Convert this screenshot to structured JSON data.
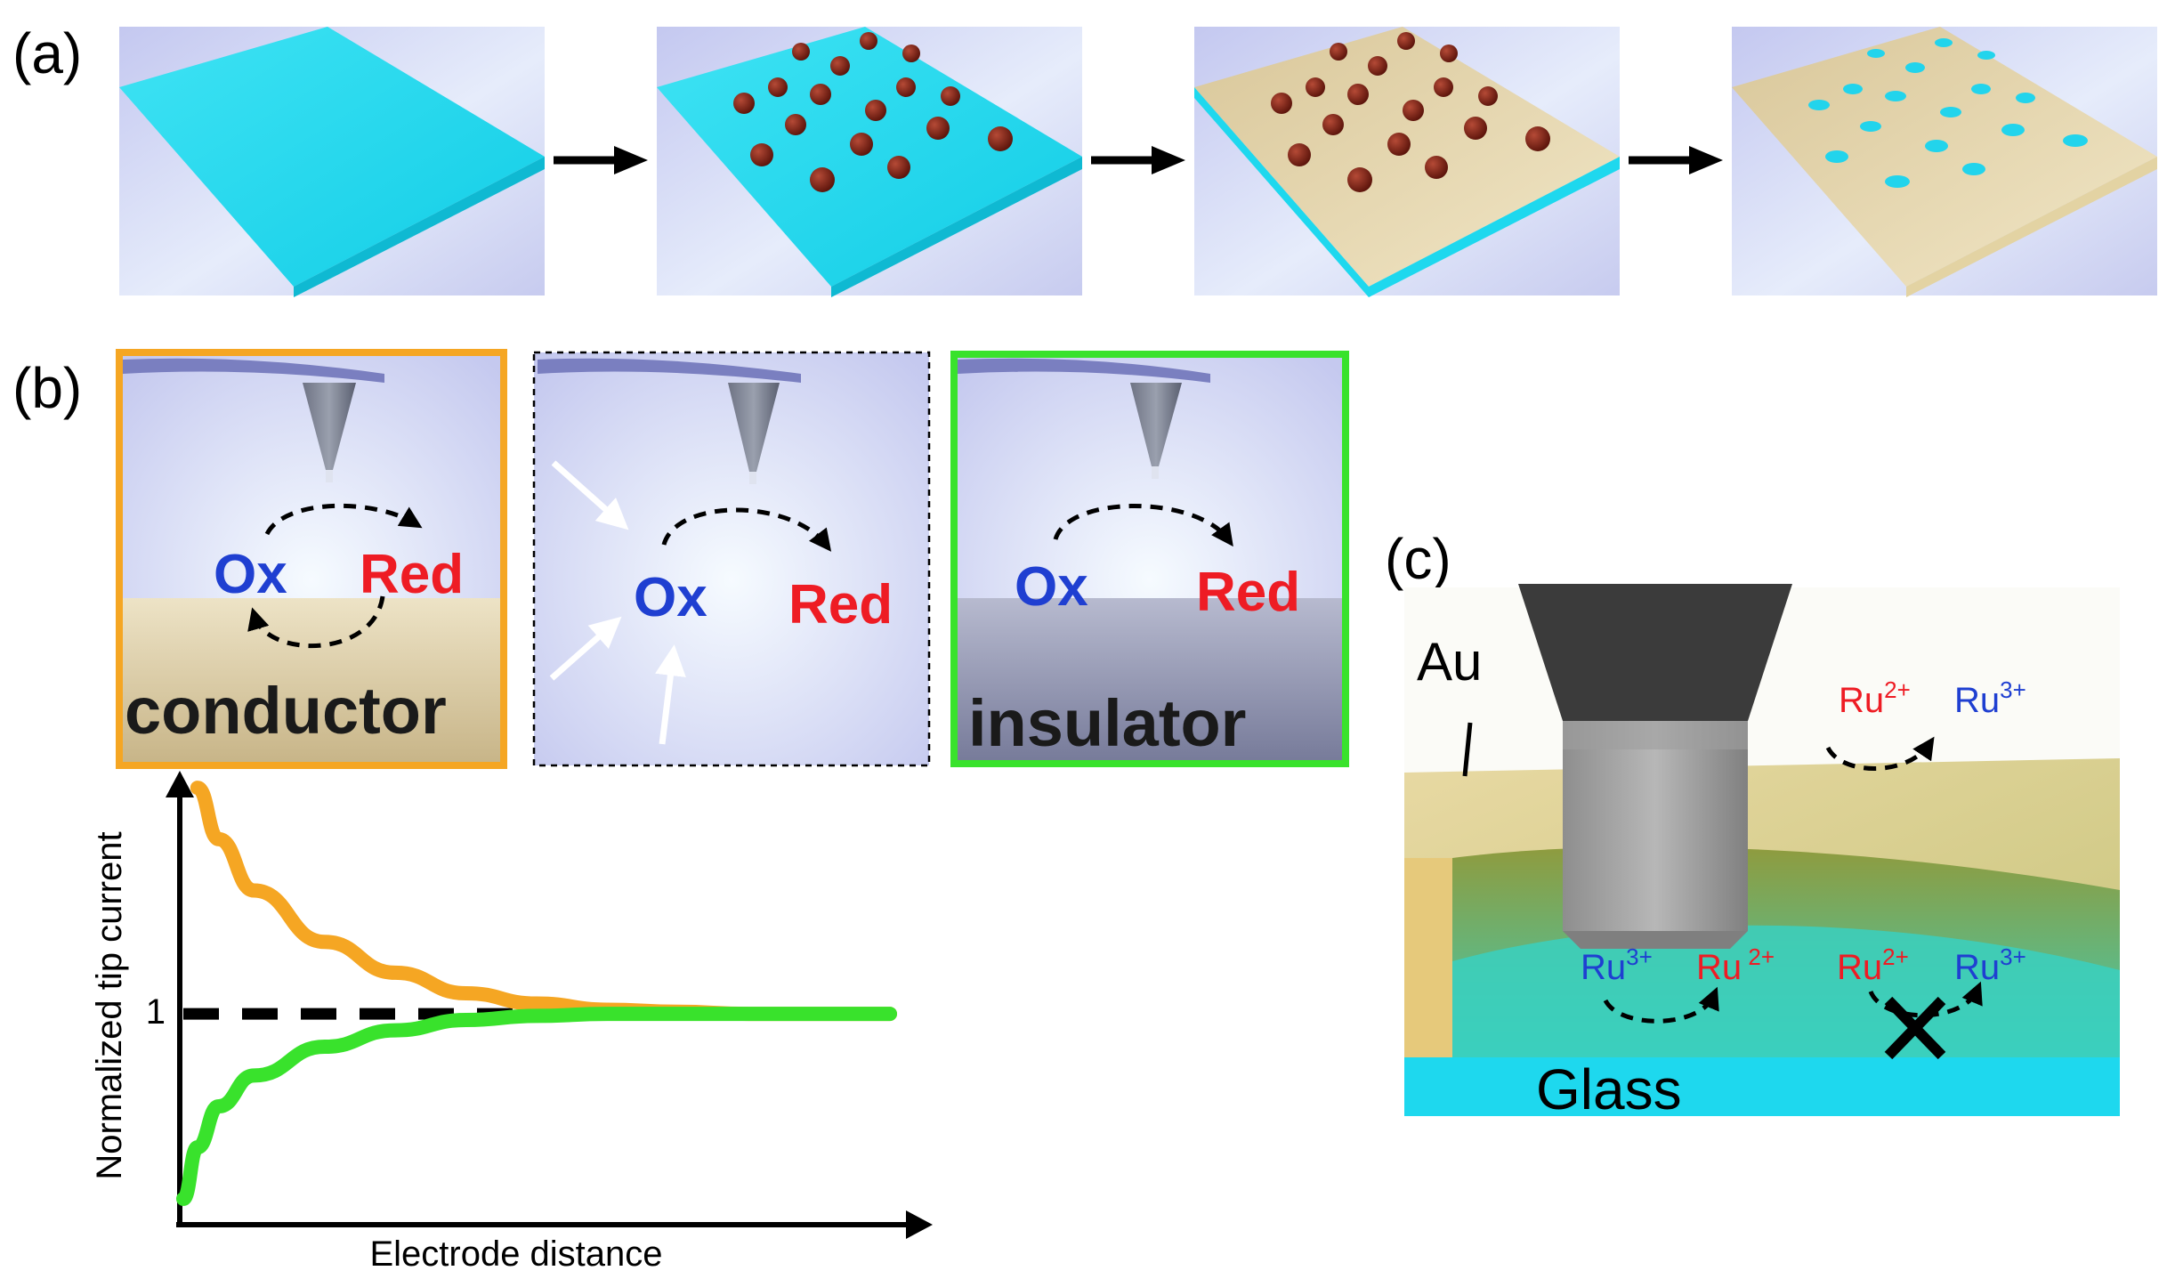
{
  "panel_labels": {
    "a": "(a)",
    "b": "(b)",
    "c": "(c)"
  },
  "panel_b": {
    "conductor": {
      "ox": "Ox",
      "red": "Red",
      "surface": "conductor"
    },
    "bulk": {
      "ox": "Ox",
      "red": "Red"
    },
    "insulator": {
      "ox": "Ox",
      "red": "Red",
      "surface": "insulator"
    }
  },
  "panel_c": {
    "au": "Au",
    "glass": "Glass",
    "top_ru2": "Ru",
    "top_ru2_sup": "2+",
    "top_ru3": "Ru",
    "top_ru3_sup": "3+",
    "tip_ru3": "Ru",
    "tip_ru3_sup": "3+",
    "tip_ru2": "Ru",
    "tip_ru2_sup": " 2+",
    "glass_ru2": "Ru",
    "glass_ru2_sup": "2+",
    "glass_ru3": "Ru",
    "glass_ru3_sup": "3+"
  },
  "chart_data": {
    "type": "line",
    "xlabel": "Electrode distance",
    "ylabel": "Normalized tip current",
    "yticks": [
      "1"
    ],
    "series": [
      {
        "color": "#f5a623",
        "x": [
          0.02,
          0.05,
          0.1,
          0.2,
          0.3,
          0.4,
          0.5,
          0.6,
          0.7,
          0.8,
          0.9,
          1.0
        ],
        "y": [
          2.1,
          1.85,
          1.6,
          1.35,
          1.2,
          1.1,
          1.05,
          1.02,
          1.01,
          1.0,
          1.0,
          1.0
        ]
      },
      {
        "color": "#39e22c",
        "x": [
          0.0,
          0.02,
          0.05,
          0.1,
          0.2,
          0.3,
          0.4,
          0.5,
          0.6,
          0.7,
          0.8,
          1.0
        ],
        "y": [
          0.1,
          0.35,
          0.55,
          0.7,
          0.84,
          0.92,
          0.97,
          0.99,
          1.0,
          1.0,
          1.0,
          1.0
        ]
      },
      {
        "style": "dashed",
        "color": "#000000",
        "x": [
          0.0,
          1.0
        ],
        "y": [
          1.0,
          1.0
        ]
      }
    ],
    "xlim": [
      0,
      1
    ],
    "ylim": [
      0,
      2.2
    ],
    "grid": false
  },
  "colors": {
    "cyan": "#1ed8ee",
    "gold": "#e6d6a8",
    "particle": "#7a1f12",
    "ox_blue": "#1f3fd1",
    "red_red": "#ee1c24",
    "conductor_frame": "#f5a623",
    "insulator_frame": "#39e22c"
  }
}
